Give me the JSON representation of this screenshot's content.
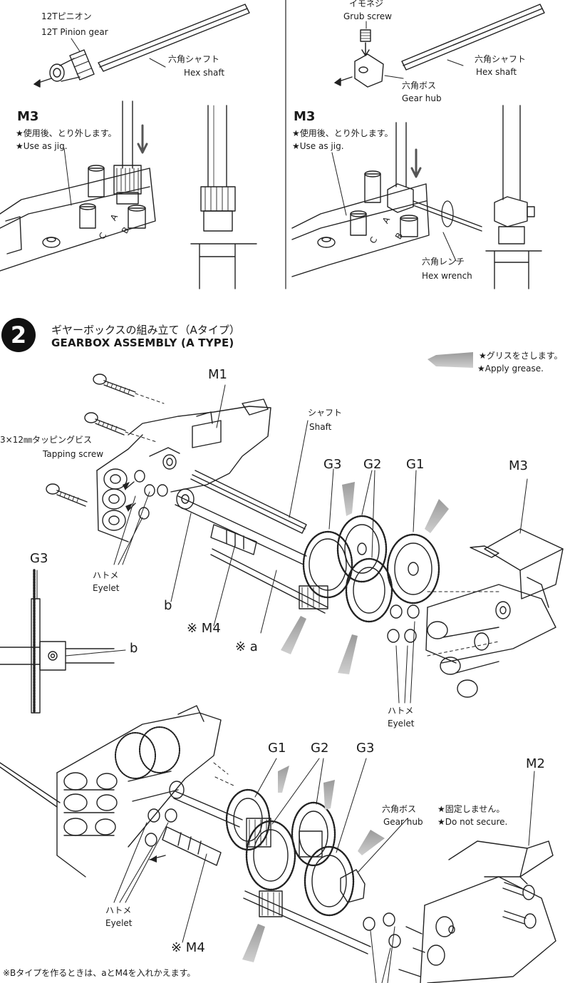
{
  "panel_top_left": {
    "pinion_jp": "12Tピニオン",
    "pinion_en": "12T Pinion gear",
    "shaft_jp": "六角シャフト",
    "shaft_en": "Hex shaft",
    "part": "M3",
    "note_jp": "★使用後、とり外します。",
    "note_en": "★Use as jig.",
    "hole_a": "A",
    "hole_b": "B",
    "hole_c": "C"
  },
  "panel_top_right": {
    "grub_jp": "イモネジ",
    "grub_en": "Grub screw",
    "shaft_jp": "六角シャフト",
    "shaft_en": "Hex shaft",
    "hub_jp": "六角ボス",
    "hub_en": "Gear hub",
    "part": "M3",
    "note_jp": "★使用後、とり外します。",
    "note_en": "★Use as jig.",
    "wrench_jp": "六角レンチ",
    "wrench_en": "Hex wrench",
    "hole_a": "A",
    "hole_b": "B",
    "hole_c": "C"
  },
  "step": {
    "number": "2",
    "title_jp": "ギヤーボックスの組み立て（Aタイプ）",
    "title_en": "GEARBOX ASSEMBLY (A TYPE)",
    "grease_jp": "★グリスをさします。",
    "grease_en": "★Apply grease."
  },
  "upper_assembly": {
    "m1": "M1",
    "screw_jp": "3×12㎜タッピングビス",
    "screw_en": "Tapping screw",
    "shaft_jp": "シャフト",
    "shaft_en": "Shaft",
    "g3": "G3",
    "g2": "G2",
    "g1": "G1",
    "m3": "M3",
    "eyelet_jp": "ハトメ",
    "eyelet_en": "Eyelet",
    "b": "b",
    "m4": "※ M4",
    "a": "※ a",
    "eyelet2_jp": "ハトメ",
    "eyelet2_en": "Eyelet"
  },
  "detail": {
    "g3": "G3",
    "b": "b"
  },
  "lower_assembly": {
    "g1": "G1",
    "g2": "G2",
    "g3": "G3",
    "m2": "M2",
    "hub_jp": "六角ボス",
    "hub_en": "Gear hub",
    "nosecure_jp": "★固定しません。",
    "nosecure_en": "★Do not secure.",
    "eyelet_jp": "ハトメ",
    "eyelet_en": "Eyelet",
    "m4": "※ M4",
    "note": "※Bタイプを作るときは、aとM4を入れかえます。"
  }
}
